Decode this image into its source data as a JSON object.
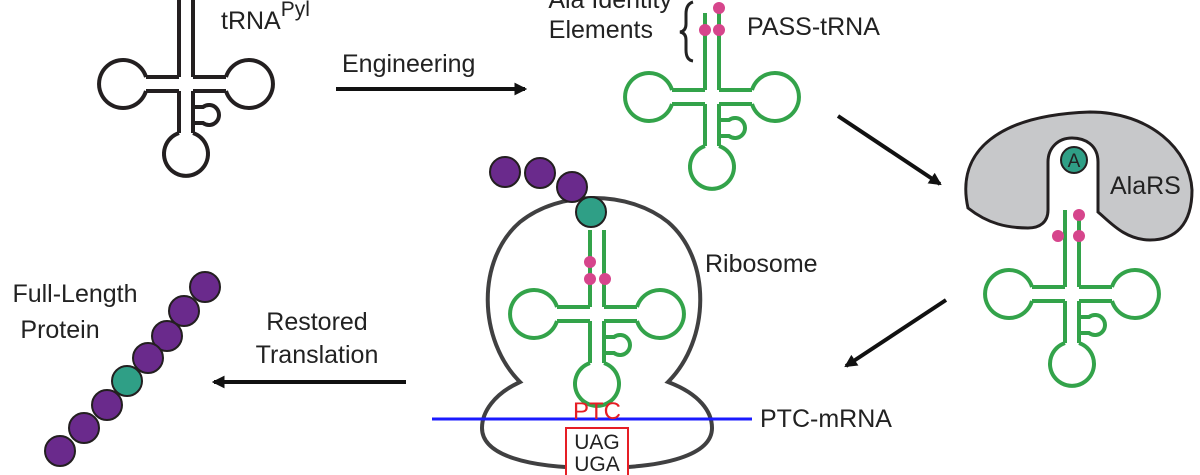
{
  "labels": {
    "trna_pyl_main": "tRNA",
    "trna_pyl_sup": "Pyl",
    "engineering": "Engineering",
    "ala_identity_line1": "Ala Identity",
    "ala_identity_line2": "Elements",
    "pass_trna": "PASS-tRNA",
    "alars": "AlaRS",
    "alars_site": "A",
    "ribosome": "Ribosome",
    "ptc_mrna": "PTC-mRNA",
    "ptc": "PTC",
    "codon_uag": "UAG",
    "codon_uga": "UGA",
    "restored_line1": "Restored",
    "restored_line2": "Translation",
    "protein_line1": "Full-Length",
    "protein_line2": "Protein"
  },
  "colors": {
    "trna_black": "#231f20",
    "trna_green": "#33a34a",
    "identity_pink": "#d6458c",
    "amino_purple": "#6a2a8c",
    "alanine_teal": "#2f9f86",
    "synthetase_gray": "#c7c8ca",
    "mrna_blue": "#1a1aff",
    "ptc_red": "#e61e25"
  }
}
